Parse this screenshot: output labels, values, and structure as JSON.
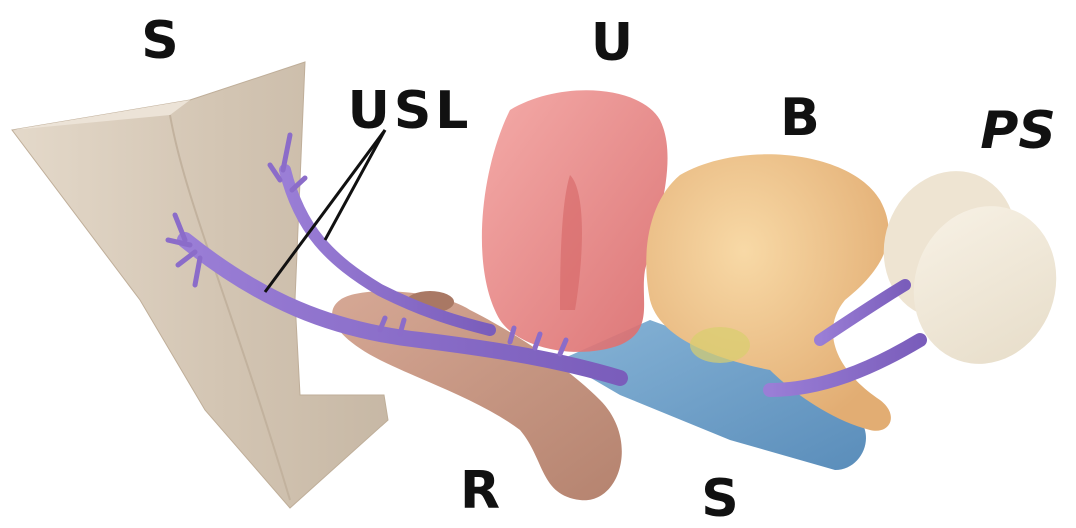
{
  "labels": {
    "sacrum": "S",
    "uterus": "U",
    "uterosacral_ligament": "USL",
    "bladder": "B",
    "pubic_symphysis": "PS",
    "rectum": "R",
    "vagina": "S"
  },
  "colors": {
    "sacrum": "#dccfbf",
    "uterus": "#e98583",
    "bladder": "#efc48f",
    "pubic_symphysis": "#f1e9d9",
    "rectum": "#c99883",
    "vagina": "#6fa0c8",
    "ligament": "#8b6cc9"
  }
}
